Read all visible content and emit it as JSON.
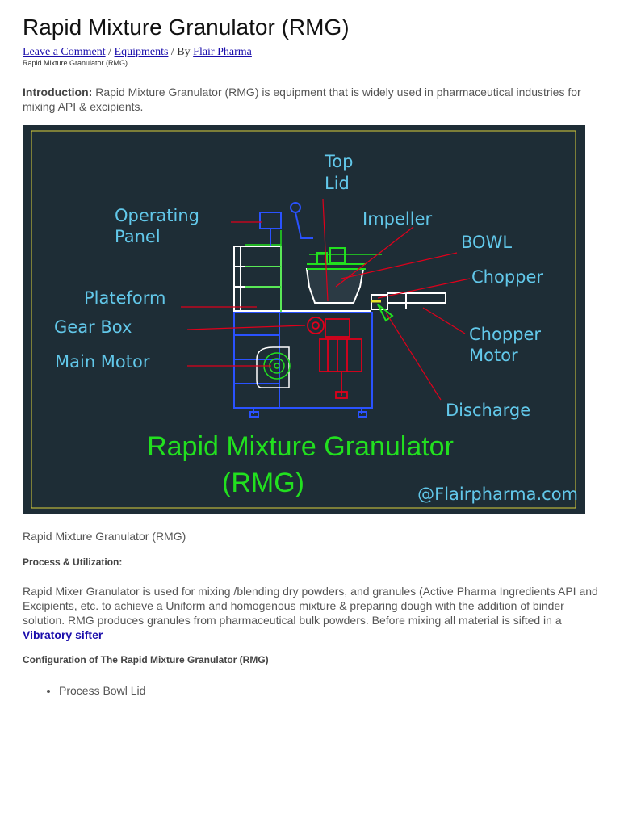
{
  "page": {
    "title": "Rapid Mixture Granulator (RMG)",
    "meta": {
      "comment_link": "Leave a Comment",
      "sep1": " / ",
      "category_link": "Equipments",
      "sep2": " / By ",
      "author_link": "Flair Pharma"
    },
    "breadcrumb": "Rapid Mixture Granulator (RMG)"
  },
  "intro": {
    "label": "Introduction:",
    "text": " Rapid Mixture Granulator (RMG) is equipment that is widely used in pharmaceutical industries for mixing API & excipients."
  },
  "figure": {
    "labels": {
      "top_lid_1": "Top",
      "top_lid_2": "Lid",
      "operating_1": "Operating",
      "operating_2": "Panel",
      "impeller": "Impeller",
      "bowl": "BOWL",
      "chopper": "Chopper",
      "plateform": "Plateform",
      "gear_box": "Gear  Box",
      "chopper_motor_1": "Chopper",
      "chopper_motor_2": "Motor",
      "main_motor": "Main  Motor",
      "discharge": "Discharge"
    },
    "title_line1": "Rapid Mixture Granulator",
    "title_line2": "(RMG)",
    "watermark": "@Flairpharma.com",
    "colors": {
      "background": "#1e2d36",
      "label": "#62c8ea",
      "pointer": "#e0001b",
      "frame": "#d9cf3a",
      "title": "#22e01f",
      "machine_blue": "#2a52ff",
      "machine_white": "#ffffff"
    }
  },
  "caption": "Rapid Mixture Granulator (RMG)",
  "process": {
    "heading": "Process & Utilization:",
    "text": "Rapid Mixer Granulator is used for mixing /blending dry powders, and granules (Active Pharma Ingredients API and Excipients, etc. to achieve a Uniform and homogenous mixture & preparing dough with the addition of binder solution. RMG produces granules from pharmaceutical bulk powders. Before mixing all material is sifted in a ",
    "link": "Vibratory sifter"
  },
  "configuration": {
    "heading": "Configuration of The Rapid Mixture Granulator (RMG)",
    "items": [
      "Process Bowl Lid"
    ]
  }
}
